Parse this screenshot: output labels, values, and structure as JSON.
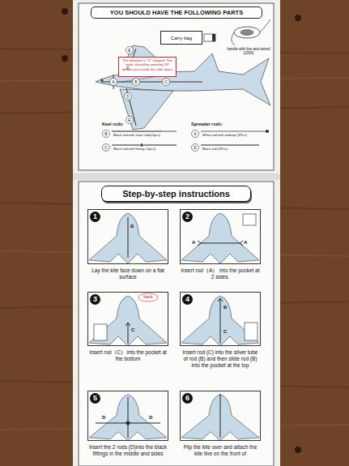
{
  "diagram": {
    "nodes": [
      {
        "text": [
          "YOU SHOULD HAVE THE FOLLOWING PARTS"
        ]
      },
      {
        "text": [
          "Carry bag"
        ]
      },
      {
        "text": [
          "The dihedral is \"V\" shaped. The ends should be pointing UP before you install the side spars"
        ]
      },
      {
        "text": [
          "Step-by-step instructions"
        ]
      },
      {
        "text": [
          "1",
          "Lay the kite face down on a flat surface"
        ]
      },
      {
        "text": [
          "2",
          "Insert rod（A） into the pocket at 2 sides."
        ]
      },
      {
        "text": [
          "3",
          "Insert rod（C）into the pocket at the bottom"
        ]
      },
      {
        "text": [
          "4",
          "Insert rod (C) into the silver tube of rod (B) and then slide rod (B) into the pocket at the top"
        ]
      },
      {
        "text": [
          "5",
          "Insert the 2 rods (D)into the black fittings in the middle and sides"
        ]
      },
      {
        "text": [
          "6",
          "Flip the kite over and attach the kite line on the front of"
        ]
      }
    ],
    "labels": [
      "handle with line and swivel (200ft)",
      "E",
      "D",
      "A",
      "B",
      "C",
      "D",
      "E",
      "Keel rods:",
      "B",
      "Black rod with silver tube(1pcs)",
      "C",
      "Black rod with fittings (1pcs)",
      "Spreader rods:",
      "A",
      "White rod with endcap (1Pcs)",
      "D",
      "Black rod (2Pcs)",
      "B",
      "A",
      "A",
      "back",
      "C",
      "B",
      "C",
      "D",
      "D"
    ]
  }
}
